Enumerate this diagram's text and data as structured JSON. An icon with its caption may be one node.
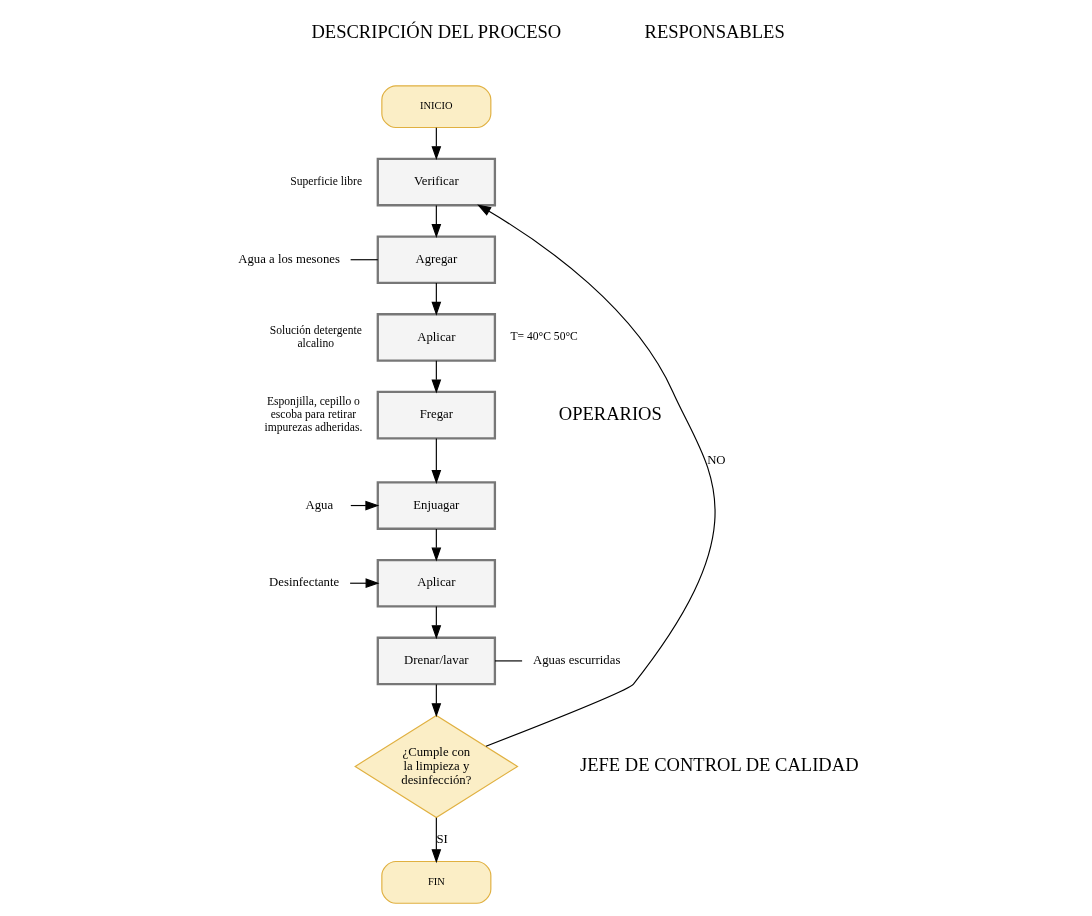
{
  "diagram": {
    "nodes": [
      {
        "text": [
          "INICIO"
        ]
      },
      {
        "text": [
          "Verificar"
        ],
        "beside": [
          "Superficie libre"
        ]
      },
      {
        "text": [
          "Agua a los mesones"
        ]
      },
      {
        "text": [
          "Agregar"
        ]
      },
      {
        "text": [
          "Aplicar"
        ],
        "beside": [
          "Solución detergente alcalino",
          "T= 40°C 50°C"
        ]
      },
      {
        "text": [
          "Fregar"
        ],
        "beside": [
          "Esponjilla, cepillo o escoba para retirar impurezas adheridas."
        ]
      },
      {
        "text": [
          "Agua"
        ]
      },
      {
        "text": [
          "Enjuagar"
        ]
      },
      {
        "text": [
          "Desinfectante"
        ]
      },
      {
        "text": [
          "Aplicar"
        ]
      },
      {
        "text": [
          "Drenar/lavar"
        ]
      },
      {
        "text": [
          "Aguas escurridas"
        ]
      },
      {
        "text": [
          "¿Cumple con la limpieza y desinfección?"
        ]
      },
      {
        "text": [
          "FIN"
        ]
      }
    ],
    "edges": [
      {
        "from": 0,
        "to": 1,
        "arrow": "to"
      },
      {
        "from": 1,
        "to": 3,
        "arrow": "to"
      },
      {
        "from": 2,
        "to": 3,
        "arrow": "none"
      },
      {
        "from": 3,
        "to": 4,
        "arrow": "to"
      },
      {
        "from": 4,
        "to": 5,
        "arrow": "to"
      },
      {
        "from": 5,
        "to": 7,
        "arrow": "to"
      },
      {
        "from": 6,
        "to": 7,
        "arrow": "to"
      },
      {
        "from": 7,
        "to": 9,
        "arrow": "to"
      },
      {
        "from": 8,
        "to": 9,
        "arrow": "to"
      },
      {
        "from": 9,
        "to": 10,
        "arrow": "to"
      },
      {
        "from": 10,
        "to": 11,
        "arrow": "none"
      },
      {
        "from": 10,
        "to": 12,
        "arrow": "to"
      },
      {
        "from": 12,
        "to": 13,
        "arrow": "to",
        "label": "SI"
      },
      {
        "from": 12,
        "to": 1,
        "arrow": "to",
        "label": "NO"
      }
    ],
    "labels": [
      "DESCRIPCIÓN DEL PROCESO",
      "RESPONSABLES",
      "OPERARIOS",
      "JEFE DE CONTROL DE CALIDAD"
    ]
  }
}
